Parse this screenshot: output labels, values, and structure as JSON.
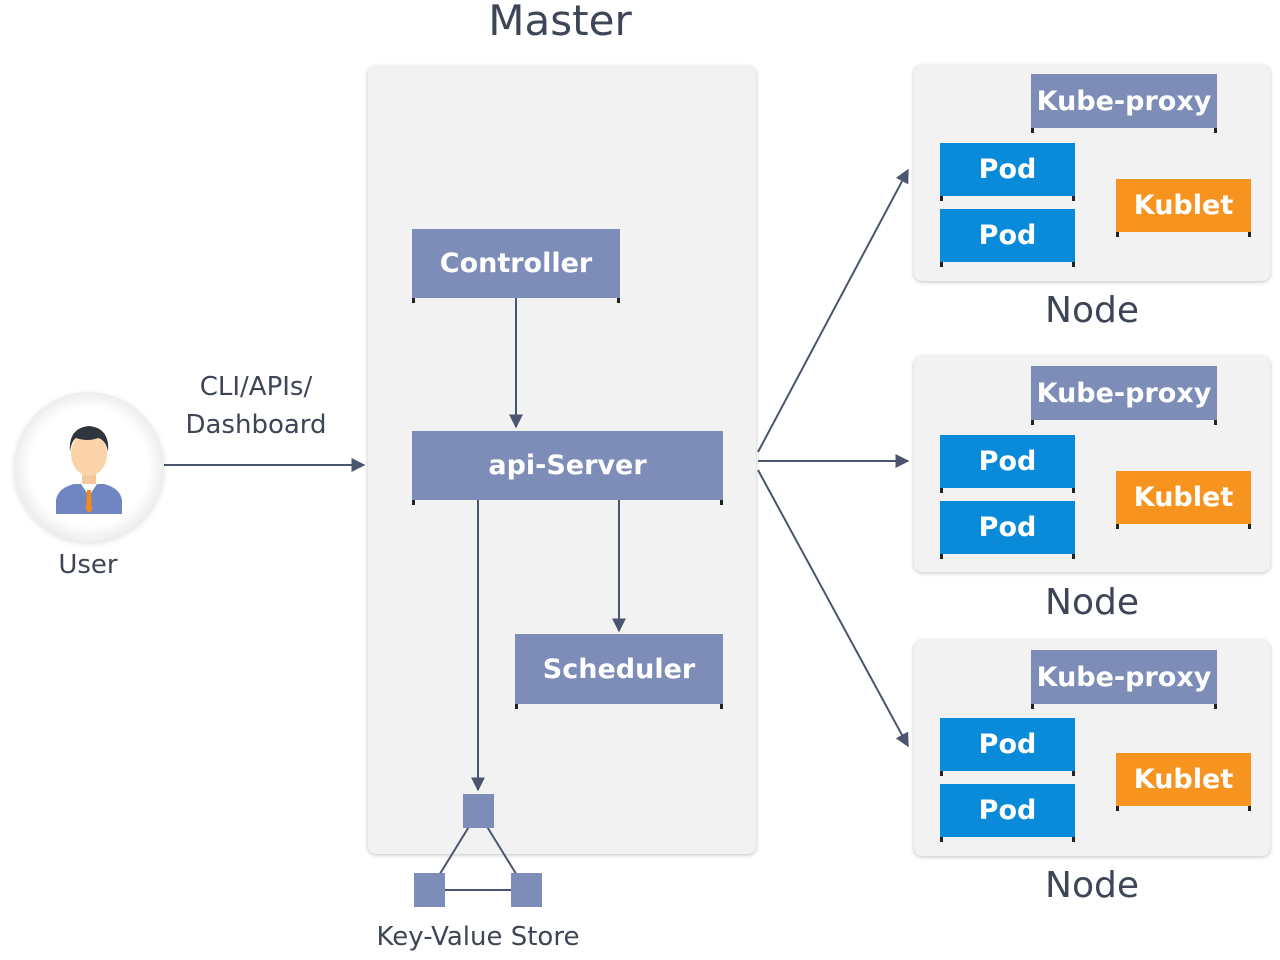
{
  "master": {
    "title": "Master"
  },
  "components": {
    "controller": "Controller",
    "api_server": "api-Server",
    "scheduler": "Scheduler"
  },
  "key_value_store": {
    "label": "Key-Value Store"
  },
  "user": {
    "label": "User",
    "connection_label_line1": "CLI/APIs/",
    "connection_label_line2": "Dashboard"
  },
  "nodes": [
    {
      "label": "Node",
      "kube_proxy": "Kube-proxy",
      "pods": [
        "Pod",
        "Pod"
      ],
      "kublet": "Kublet"
    },
    {
      "label": "Node",
      "kube_proxy": "Kube-proxy",
      "pods": [
        "Pod",
        "Pod"
      ],
      "kublet": "Kublet"
    },
    {
      "label": "Node",
      "kube_proxy": "Kube-proxy",
      "pods": [
        "Pod",
        "Pod"
      ],
      "kublet": "Kublet"
    }
  ],
  "colors": {
    "component_gray": "#7d8db7",
    "pod_blue": "#0a8bd9",
    "kublet_orange": "#f79420",
    "arrow": "#4a5570",
    "panel": "#f2f2f2"
  }
}
